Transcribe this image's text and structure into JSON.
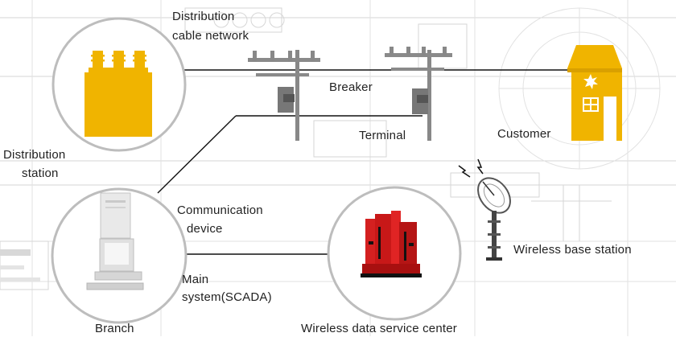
{
  "labels": {
    "distribution_cable_network_l1": "Distribution",
    "distribution_cable_network_l2": "cable network",
    "breaker": "Breaker",
    "terminal": "Terminal",
    "customer": "Customer",
    "distribution_station_l1": "Distribution",
    "distribution_station_l2": "station",
    "communication_device_l1": "Communication",
    "communication_device_l2": "device",
    "main_system_l1": "Main",
    "main_system_l2": "system(SCADA)",
    "branch": "Branch",
    "wireless_data_service_center": "Wireless data service center",
    "wireless_base_station": "Wireless base station"
  },
  "colors": {
    "accent": "#f0b400",
    "red_building": "#d42020",
    "line": "#111111",
    "circle_border": "#bdbdbd",
    "blueprint": "#d6d6d6"
  },
  "icons": {
    "station": "transformer-icon",
    "poles": "utility-pole-icon",
    "customer": "house-icon",
    "branch": "computer-icon",
    "service_center": "building-icon",
    "base_station": "satellite-dish-icon"
  }
}
